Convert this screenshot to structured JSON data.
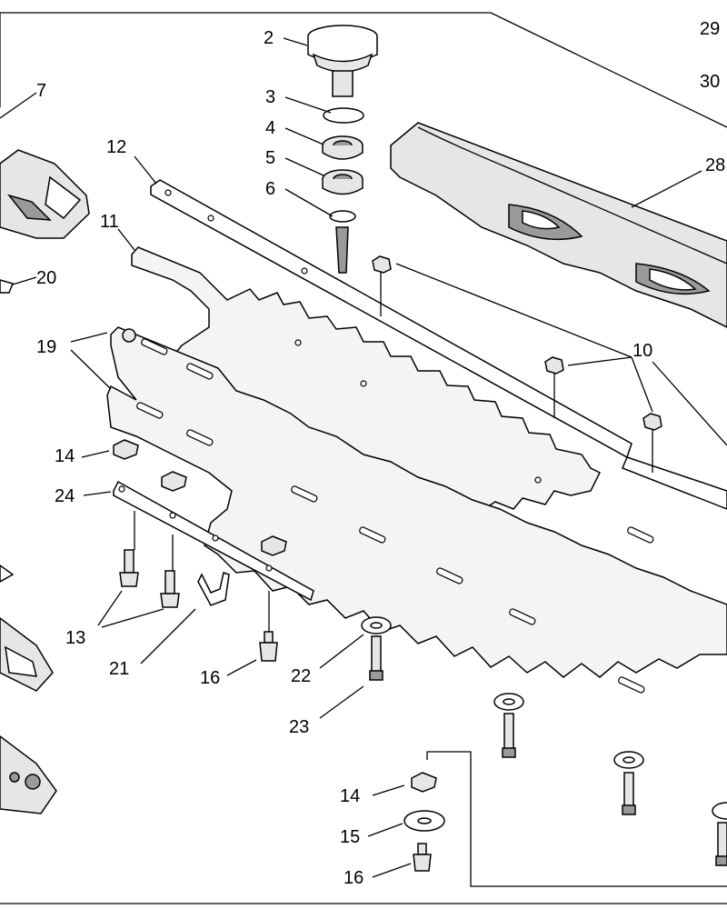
{
  "labels": {
    "p2": "2",
    "p3": "3",
    "p4": "4",
    "p5": "5",
    "p6": "6",
    "p7": "7",
    "p10": "10",
    "p11": "11",
    "p12": "12",
    "p13": "13",
    "p14a": "14",
    "p14b": "14",
    "p15": "15",
    "p16a": "16",
    "p16b": "16",
    "p19": "19",
    "p20": "20",
    "p21": "21",
    "p22": "22",
    "p23": "23",
    "p24": "24",
    "p28": "28",
    "p29": "29",
    "p30": "30"
  }
}
